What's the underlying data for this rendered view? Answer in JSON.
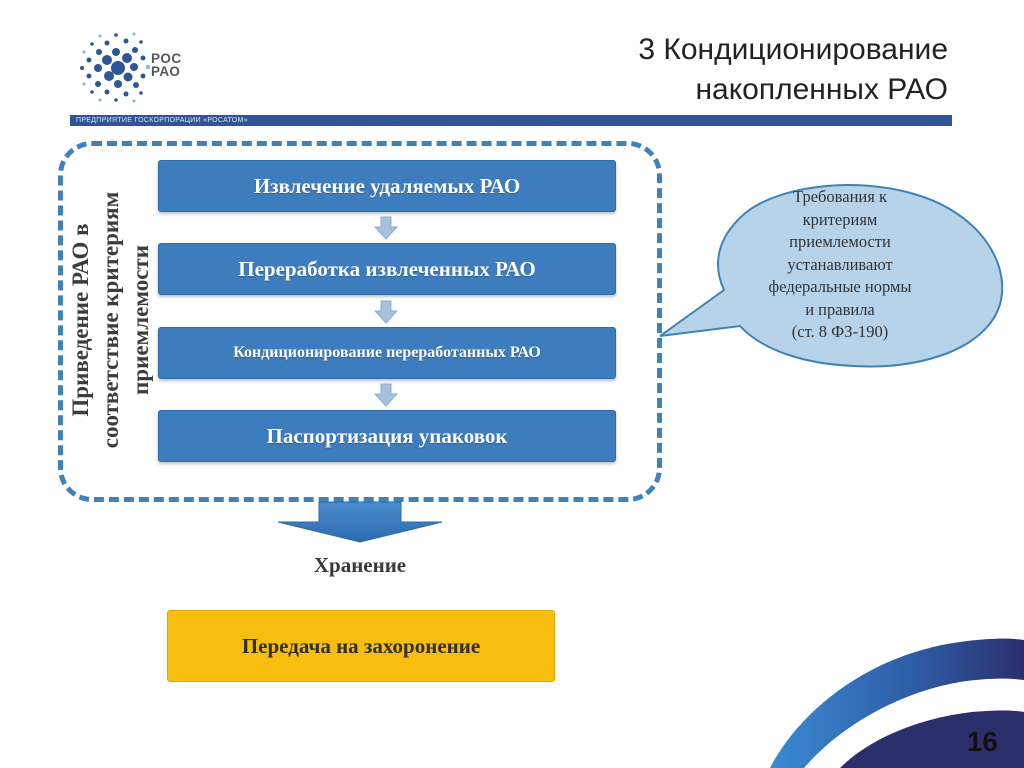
{
  "header": {
    "logo_text_line1": "РОС",
    "logo_text_line2": "РАО",
    "title_line1": "3 Кондиционирование",
    "title_line2": "накопленных РАО",
    "tagline": "ПРЕДПРИЯТИЕ ГОСКОРПОРАЦИИ «РОСАТОМ»"
  },
  "process_group": {
    "side_label_line1": "Приведение РАО в",
    "side_label_line2": "соответствие критериям",
    "side_label_line3": "приемлемости",
    "steps": [
      {
        "label": "Извлечение удаляемых РАО"
      },
      {
        "label": "Переработка извлеченных РАО"
      },
      {
        "label": "Кондиционирование переработанных РАО"
      },
      {
        "label": "Паспортизация упаковок"
      }
    ]
  },
  "callout": {
    "lines": [
      "Требования к",
      "критериям",
      "приемлемости",
      "устанавливают",
      "федеральные нормы",
      "и правила",
      "(ст. 8 ФЗ-190)"
    ]
  },
  "storage_label": "Хранение",
  "disposal_label": "Передача на захоронение",
  "page_number": "16",
  "colors": {
    "step_fill": "#3e7dbd",
    "dashed_border": "#3f83b6",
    "header_bar": "#2f5597",
    "disposal_fill": "#f7bd0f",
    "callout_fill": "#b7d3ea",
    "swoosh_dark": "#2b2f6b",
    "swoosh_light": "#3a8ad1"
  }
}
